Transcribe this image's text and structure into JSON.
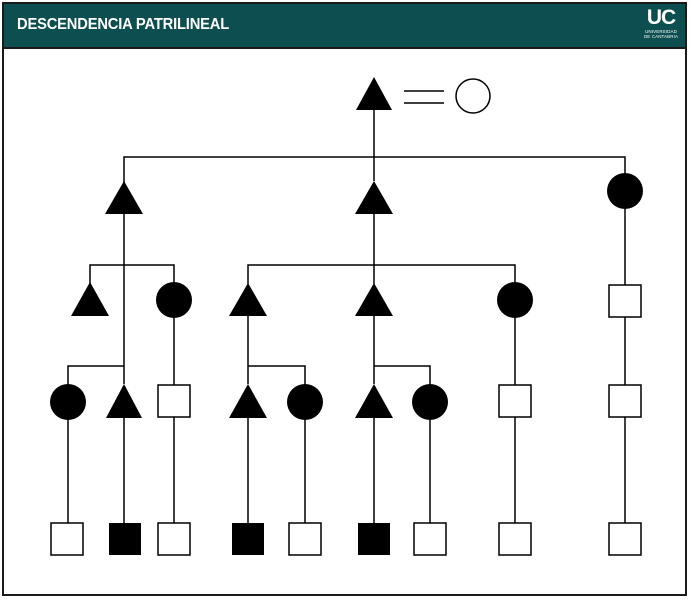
{
  "header": {
    "title": "DESCENDENCIA PATRILINEAL",
    "background_color": "#0d4f50",
    "logo": {
      "mark": "UC",
      "line1": "UNIVERSIDAD",
      "line2": "DE CANTABRIA"
    }
  },
  "diagram": {
    "line_color": "#000000",
    "filled_color": "#000000",
    "empty_fill": "#ffffff"
  }
}
